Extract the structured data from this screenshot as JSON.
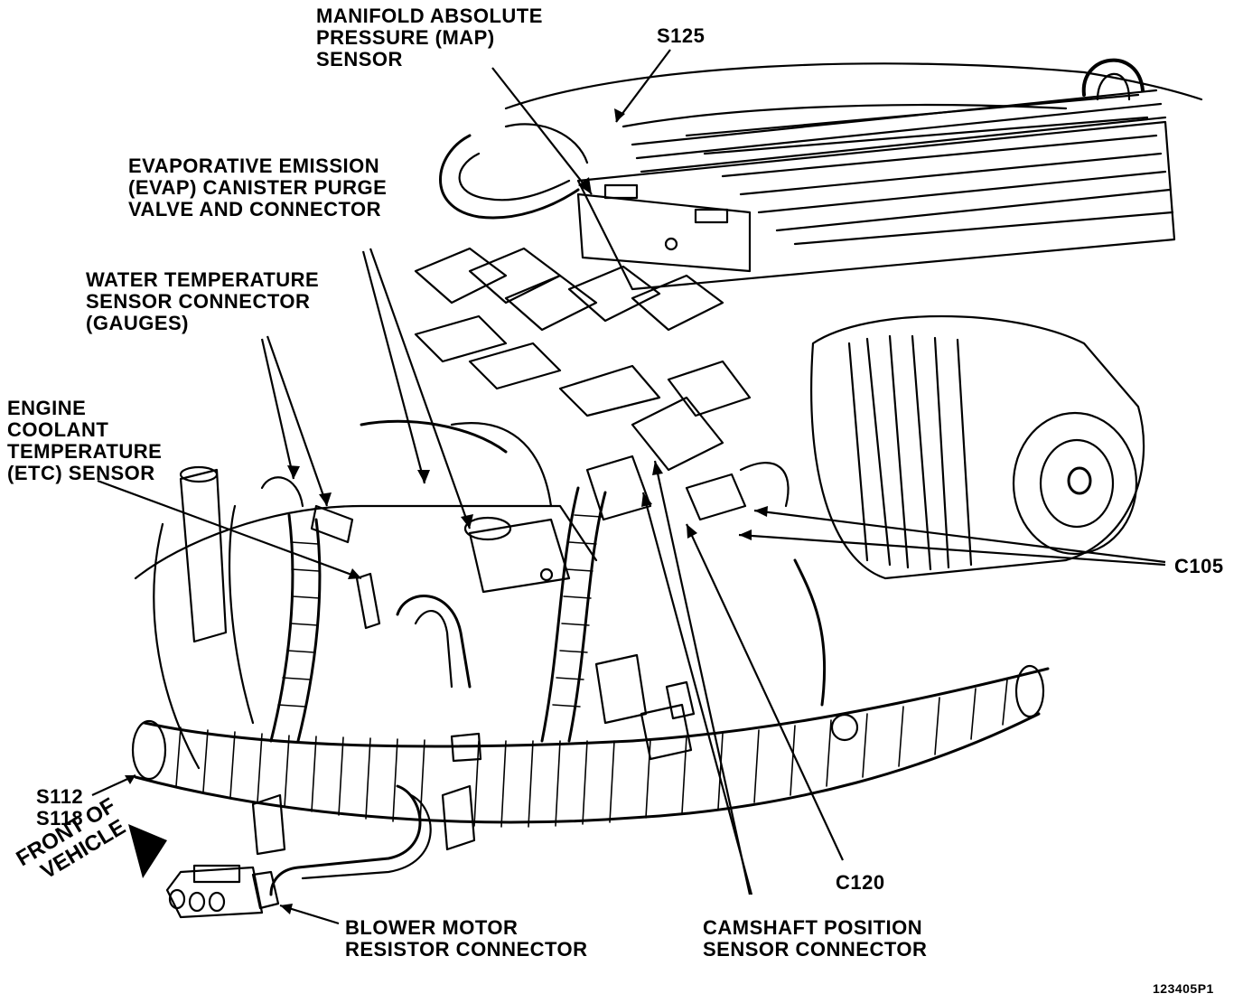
{
  "labels": {
    "map_sensor": [
      "MANIFOLD ABSOLUTE",
      "PRESSURE (MAP)",
      "SENSOR"
    ],
    "s125": "S125",
    "evap": [
      "EVAPORATIVE EMISSION",
      "(EVAP) CANISTER PURGE",
      "VALVE AND CONNECTOR"
    ],
    "water_temp": [
      "WATER TEMPERATURE",
      "SENSOR CONNECTOR",
      "(GAUGES)"
    ],
    "ect": [
      "ENGINE",
      "COOLANT",
      "TEMPERATURE",
      "(ETC) SENSOR"
    ],
    "c105": "C105",
    "s112_s118": [
      "S112",
      "S118"
    ],
    "front_of_vehicle": [
      "FRONT OF",
      "VEHICLE"
    ],
    "c120": "C120",
    "blower": [
      "BLOWER MOTOR",
      "RESISTOR CONNECTOR"
    ],
    "camshaft": [
      "CAMSHAFT POSITION",
      "SENSOR CONNECTOR"
    ],
    "figure_id": "123405P1"
  }
}
